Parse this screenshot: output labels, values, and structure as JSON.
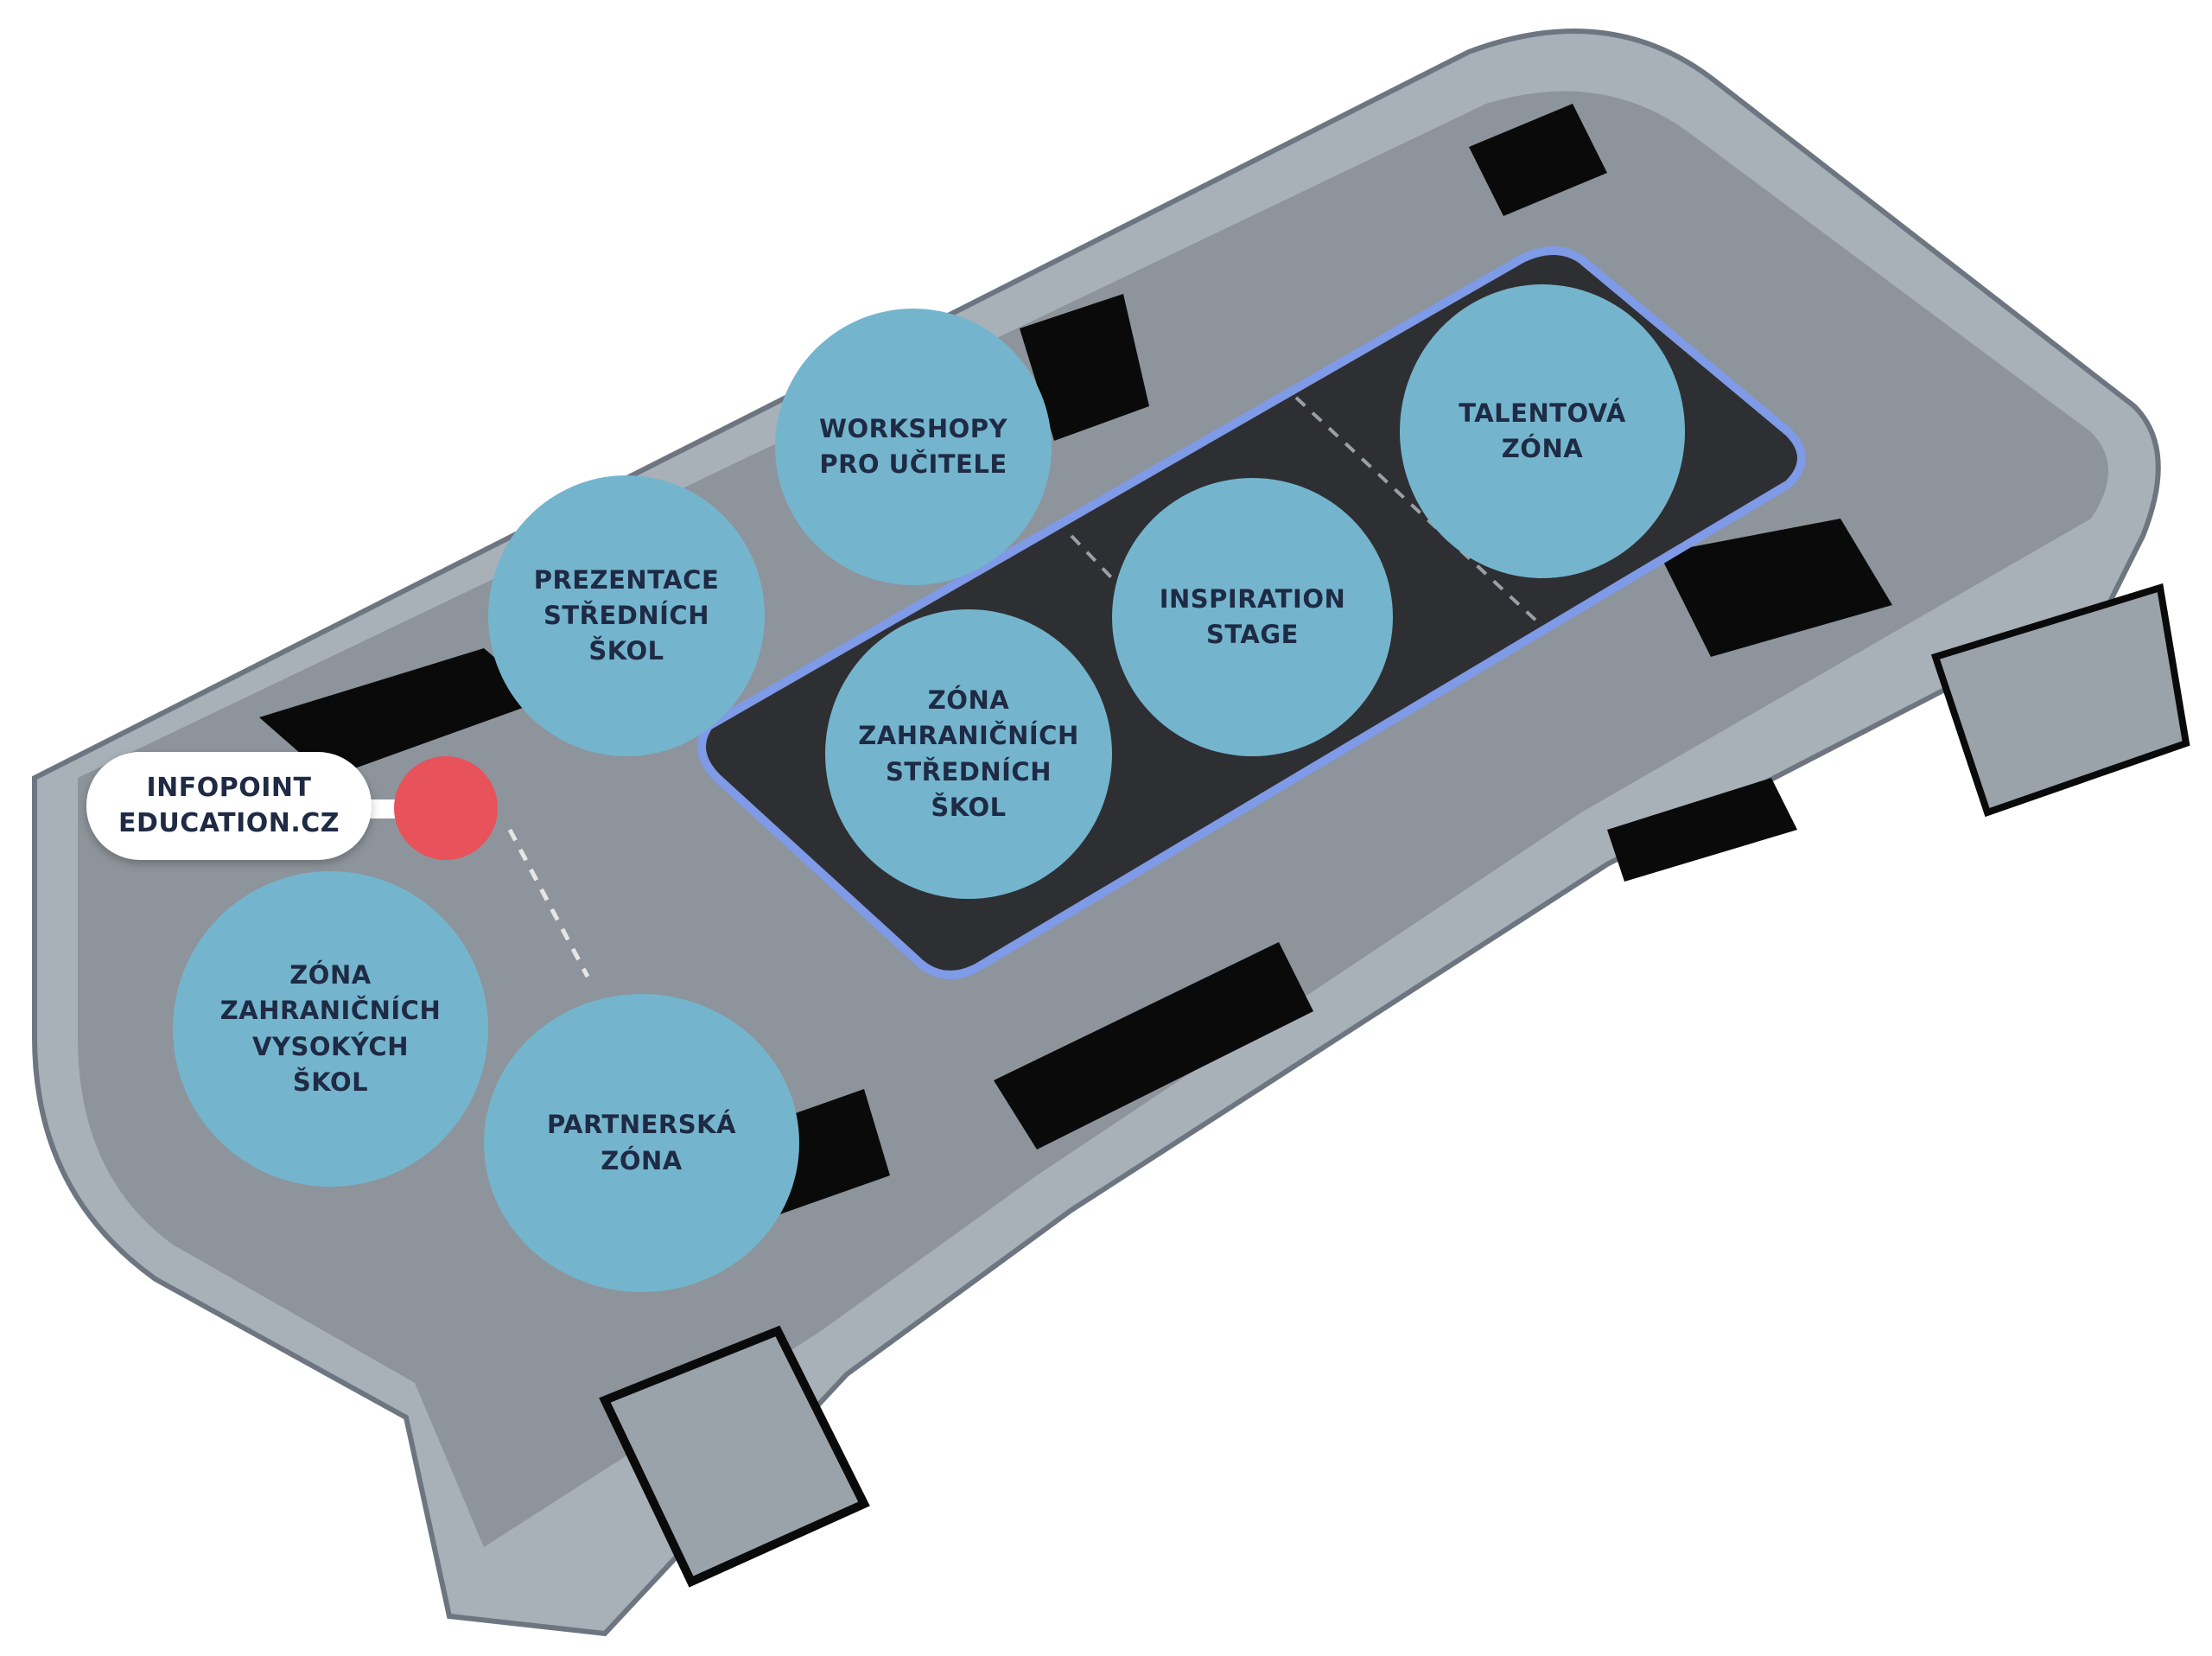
{
  "map": {
    "colors": {
      "zone_fill": "#74b5cd",
      "zone_text": "#1f2a44",
      "marker": "#e8525a",
      "floor": "#8d949b",
      "stage": "#2e2f33",
      "walls": "#0a0a0a"
    },
    "infopoint": {
      "label": "INFOPOINT\nEDUCATION.CZ"
    },
    "zones": [
      {
        "id": "workshopy",
        "label": "WORKSHOPY\nPRO UČITELE"
      },
      {
        "id": "talentova",
        "label": "TALENTOVÁ\nZÓNA"
      },
      {
        "id": "prezentace",
        "label": "PREZENTACE\nSTŘEDNÍCH\nŠKOL"
      },
      {
        "id": "inspiration",
        "label": "INSPIRATION\nSTAGE"
      },
      {
        "id": "zahranicni-stredni",
        "label": "ZÓNA\nZAHRANIČNÍCH\nSTŘEDNÍCH\nŠKOL"
      },
      {
        "id": "zahranicni-vysoke",
        "label": "ZÓNA\nZAHRANIČNÍCH\nVYSOKÝCH\nŠKOL"
      },
      {
        "id": "partnerska",
        "label": "PARTNERSKÁ\nZÓNA"
      }
    ]
  }
}
